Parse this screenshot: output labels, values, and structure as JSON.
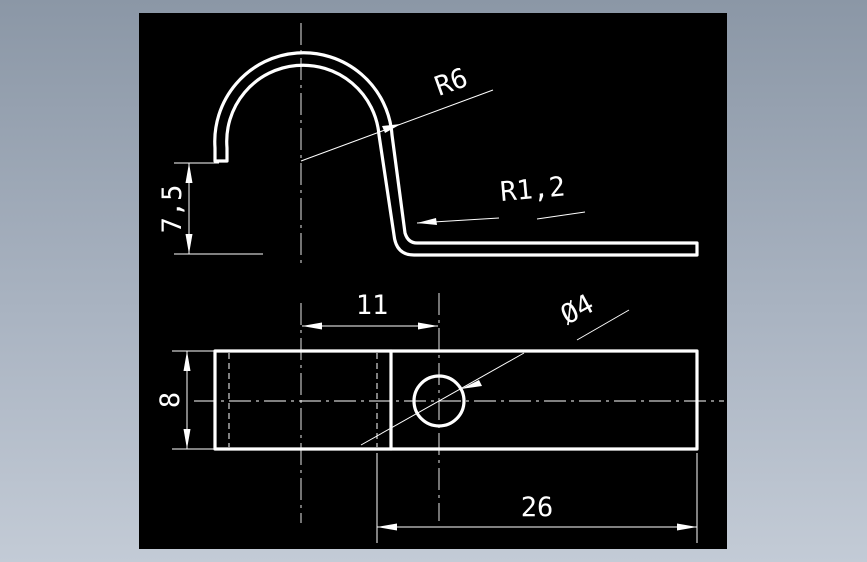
{
  "drawing": {
    "background": "#000000",
    "line_color": "#ffffff",
    "dimensions": {
      "radius_outer": "R6",
      "radius_bend": "R1,2",
      "height_hook": "7,5",
      "hole_offset": "11",
      "hole_diameter": "Ø4",
      "strip_width": "8",
      "strip_length": "26"
    }
  }
}
